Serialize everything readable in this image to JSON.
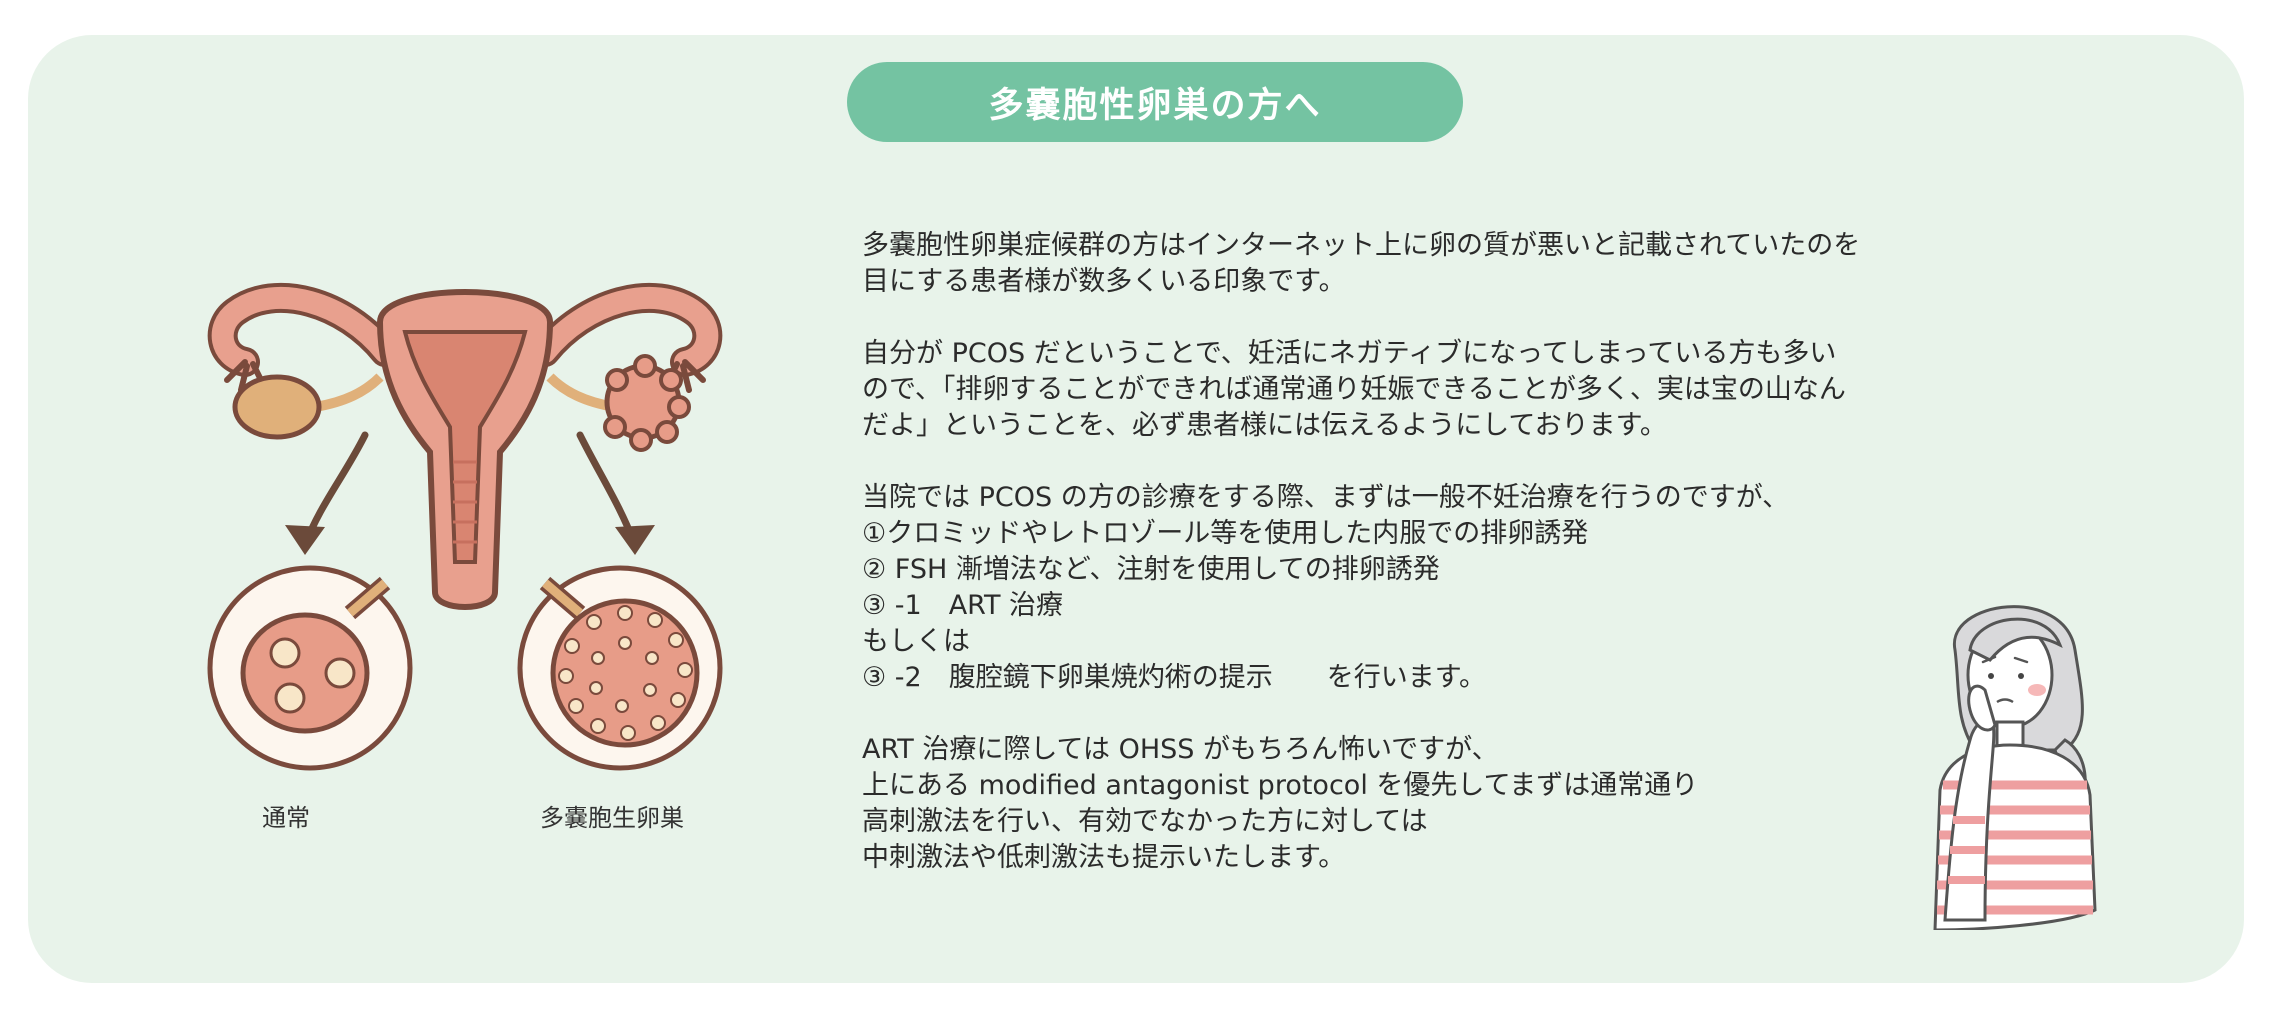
{
  "title": "多嚢胞性卵巣の方へ",
  "captions": {
    "normal": "通常",
    "pcos": "多嚢胞生卵巣"
  },
  "paragraphs": [
    [
      "多嚢胞性卵巣症候群の方はインターネット上に卵の質が悪いと記載されていたのを",
      "目にする患者様が数多くいる印象です。"
    ],
    [
      "自分が PCOS だということで、妊活にネガティブになってしまっている方も多い",
      "ので、「排卵することができれば通常通り妊娠できることが多く、実は宝の山なん",
      "だよ」ということを、必ず患者様には伝えるようにしております。"
    ],
    [
      "当院では PCOS の方の診療をする際、まずは一般不妊治療を行うのですが、",
      "①クロミッドやレトロゾール等を使用した内服での排卵誘発",
      "② FSH 漸増法など、注射を使用しての排卵誘発",
      "③ -1　ART 治療",
      "もしくは",
      "③ -2　腹腔鏡下卵巣焼灼術の提示　　を行います。"
    ],
    [
      "ART 治療に際しては OHSS がもちろん怖いですが、",
      "上にある modified antagonist protocol を優先してまずは通常通り",
      "高刺激法を行い、有効でなかった方に対しては",
      "中刺激法や低刺激法も提示いたします。"
    ]
  ],
  "colors": {
    "panel": "#e8f3ea",
    "title_pill": "#74c3a2",
    "uterus": "#e8a08e",
    "outline": "#7a4a3c",
    "ovary": "#e0b07a",
    "arrow": "#6b4a3a",
    "stripe": "#ee9fa0"
  },
  "icons": [
    "uterus-illustration",
    "arrow-left-icon",
    "arrow-right-icon",
    "normal-ovary-icon",
    "pcos-ovary-icon",
    "worried-woman-illustration"
  ]
}
